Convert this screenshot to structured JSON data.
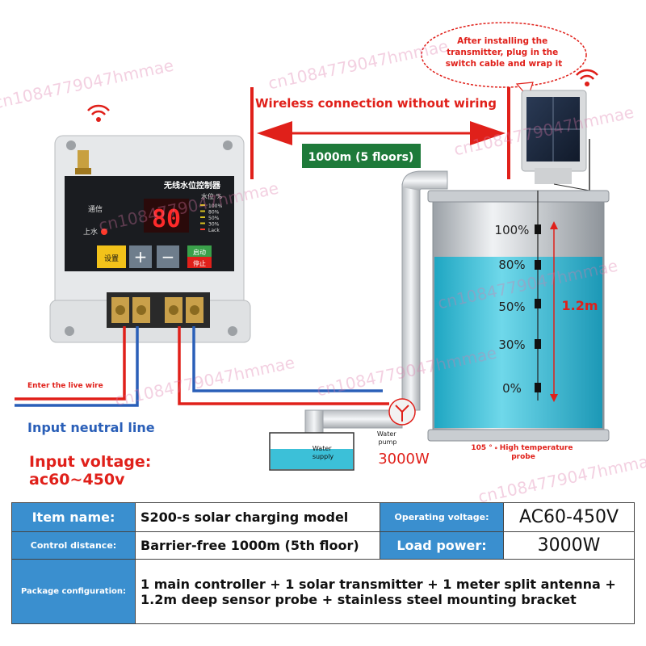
{
  "annotations": {
    "wireless_title": "Wireless connection without wiring",
    "distance_badge": "1000m (5 floors)",
    "bubble": "After installing the transmitter, plug in the switch cable and wrap it",
    "live_wire": "Enter the live wire",
    "neutral_line": "Input neutral line",
    "input_voltage_1": "Input voltage:",
    "input_voltage_2": "ac60~450v",
    "water_pump": "Water pump",
    "water_supply": "Water supply",
    "pump_power": "3000W",
    "probe_label": "105 ° 𝇇 High temperature probe",
    "depth_label": "1.2m",
    "levels": [
      "100%",
      "80%",
      "50%",
      "30%",
      "0%"
    ]
  },
  "controller": {
    "title": "无线水位控制器",
    "comm_label": "通信",
    "pump_label": "上水",
    "display": "80",
    "level_header": "水位 %",
    "level_items": [
      "100%",
      "80%",
      "50%",
      "30%",
      "Lack"
    ],
    "btn_set": "设置",
    "btn_plus": "+",
    "btn_minus": "−",
    "btn_start": "启动",
    "btn_stop": "停止"
  },
  "watermark": "cn1084779047hmmae",
  "spec": {
    "item_name_label": "Item name:",
    "item_name_value": "S200-s solar charging model",
    "op_voltage_label": "Operating voltage:",
    "op_voltage_value": "AC60-450V",
    "control_distance_label": "Control distance:",
    "control_distance_value": "Barrier-free 1000m (5th floor)",
    "load_power_label": "Load power:",
    "load_power_value": "3000W",
    "package_label": "Package configuration:",
    "package_value": "1 main controller + 1 solar transmitter + 1 meter split antenna + 1.2m deep sensor probe + stainless steel mounting bracket"
  },
  "colors": {
    "red": "#e0201a",
    "blue": "#2a5fb8",
    "green": "#1e7a3a",
    "water": "#3cc0d8",
    "label_blue": "#3a8fcf"
  }
}
